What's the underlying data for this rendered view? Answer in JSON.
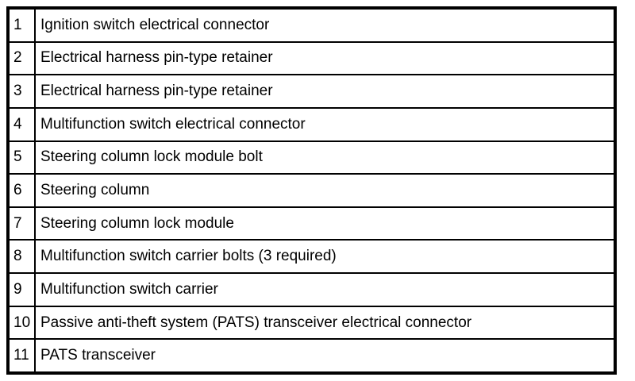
{
  "table": {
    "rows": [
      {
        "num": "1",
        "desc": "Ignition switch electrical connector"
      },
      {
        "num": "2",
        "desc": "Electrical harness pin-type retainer"
      },
      {
        "num": "3",
        "desc": "Electrical harness pin-type retainer"
      },
      {
        "num": "4",
        "desc": "Multifunction switch electrical connector"
      },
      {
        "num": "5",
        "desc": "Steering column lock module bolt"
      },
      {
        "num": "6",
        "desc": "Steering column"
      },
      {
        "num": "7",
        "desc": "Steering column lock module"
      },
      {
        "num": "8",
        "desc": "Multifunction switch carrier bolts (3 required)"
      },
      {
        "num": "9",
        "desc": "Multifunction switch carrier"
      },
      {
        "num": "10",
        "desc": "Passive anti-theft system (PATS) transceiver electrical connector"
      },
      {
        "num": "11",
        "desc": "PATS transceiver"
      }
    ]
  },
  "colors": {
    "border": "#000000",
    "text": "#000000",
    "background": "#ffffff"
  }
}
